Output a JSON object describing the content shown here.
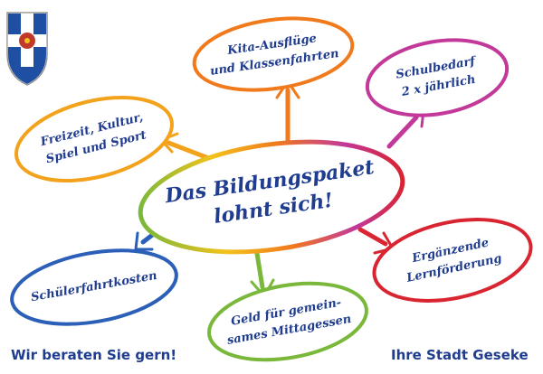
{
  "center": {
    "line1": "Das Bildungspaket",
    "line2": "lohnt sich!"
  },
  "topics": [
    {
      "id": "kita",
      "line1": "Kita-Ausflüge",
      "line2": "und Klassenfahrten",
      "color": "#f07a1c"
    },
    {
      "id": "schulbedarf",
      "line1": "Schulbedarf",
      "line2": "2 x jährlich",
      "color": "#c2399a"
    },
    {
      "id": "freizeit",
      "line1": "Freizeit, Kultur,",
      "line2": "Spiel und Sport",
      "color": "#f3a21c"
    },
    {
      "id": "lernfoerderung",
      "line1": "Ergänzende",
      "line2": "Lernförderung",
      "color": "#d92432"
    },
    {
      "id": "schuelerfahrt",
      "line1": "Schülerfahrtkosten",
      "line2": "",
      "color": "#2b5fb8"
    },
    {
      "id": "mittagessen",
      "line1": "Geld für gemein-",
      "line2": "sames Mittagessen",
      "color": "#7ab83b"
    }
  ],
  "footer": {
    "left": "Wir beraten Sie gern!",
    "right": "Ihre Stadt Geseke"
  },
  "colors": {
    "text": "#1f3c8f",
    "shield_blue": "#1f4fa3",
    "shield_red": "#c0392b"
  }
}
